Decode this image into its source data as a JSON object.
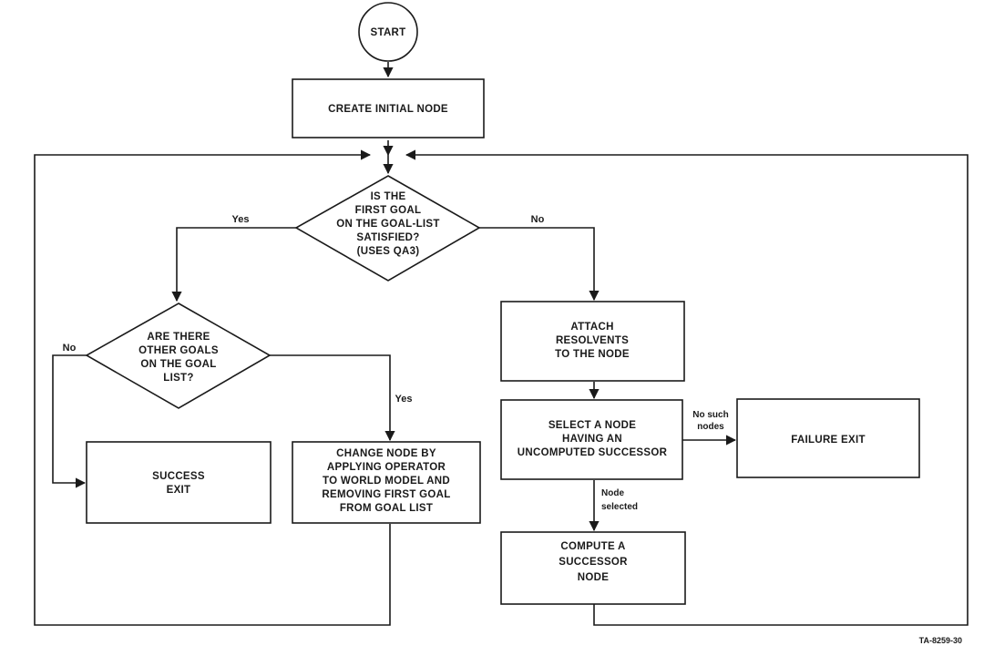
{
  "nodes": {
    "start": "START",
    "create_initial": "CREATE INITIAL NODE",
    "decision_first_goal": [
      "IS THE",
      "FIRST GOAL",
      "ON THE GOAL-LIST",
      "SATISFIED?",
      "(USES QA3)"
    ],
    "decision_other_goals": [
      "ARE THERE",
      "OTHER GOALS",
      "ON THE GOAL",
      "LIST?"
    ],
    "attach_resolvents": [
      "ATTACH",
      "RESOLVENTS",
      "TO THE NODE"
    ],
    "select_node": [
      "SELECT A NODE",
      "HAVING AN",
      "UNCOMPUTED SUCCESSOR"
    ],
    "failure_exit": "FAILURE EXIT",
    "success_exit": [
      "SUCCESS",
      "EXIT"
    ],
    "change_node": [
      "CHANGE NODE BY",
      "APPLYING OPERATOR",
      "TO WORLD MODEL AND",
      "REMOVING FIRST GOAL",
      "FROM GOAL LIST"
    ],
    "compute_successor": [
      "COMPUTE A",
      "SUCCESSOR",
      "NODE"
    ]
  },
  "edges": {
    "first_goal_yes": "Yes",
    "first_goal_no": "No",
    "other_goals_no": "No",
    "other_goals_yes": "Yes",
    "no_such_nodes": [
      "No such",
      "nodes"
    ],
    "node_selected": [
      "Node",
      "selected"
    ]
  },
  "figure_id": "TA-8259-30"
}
